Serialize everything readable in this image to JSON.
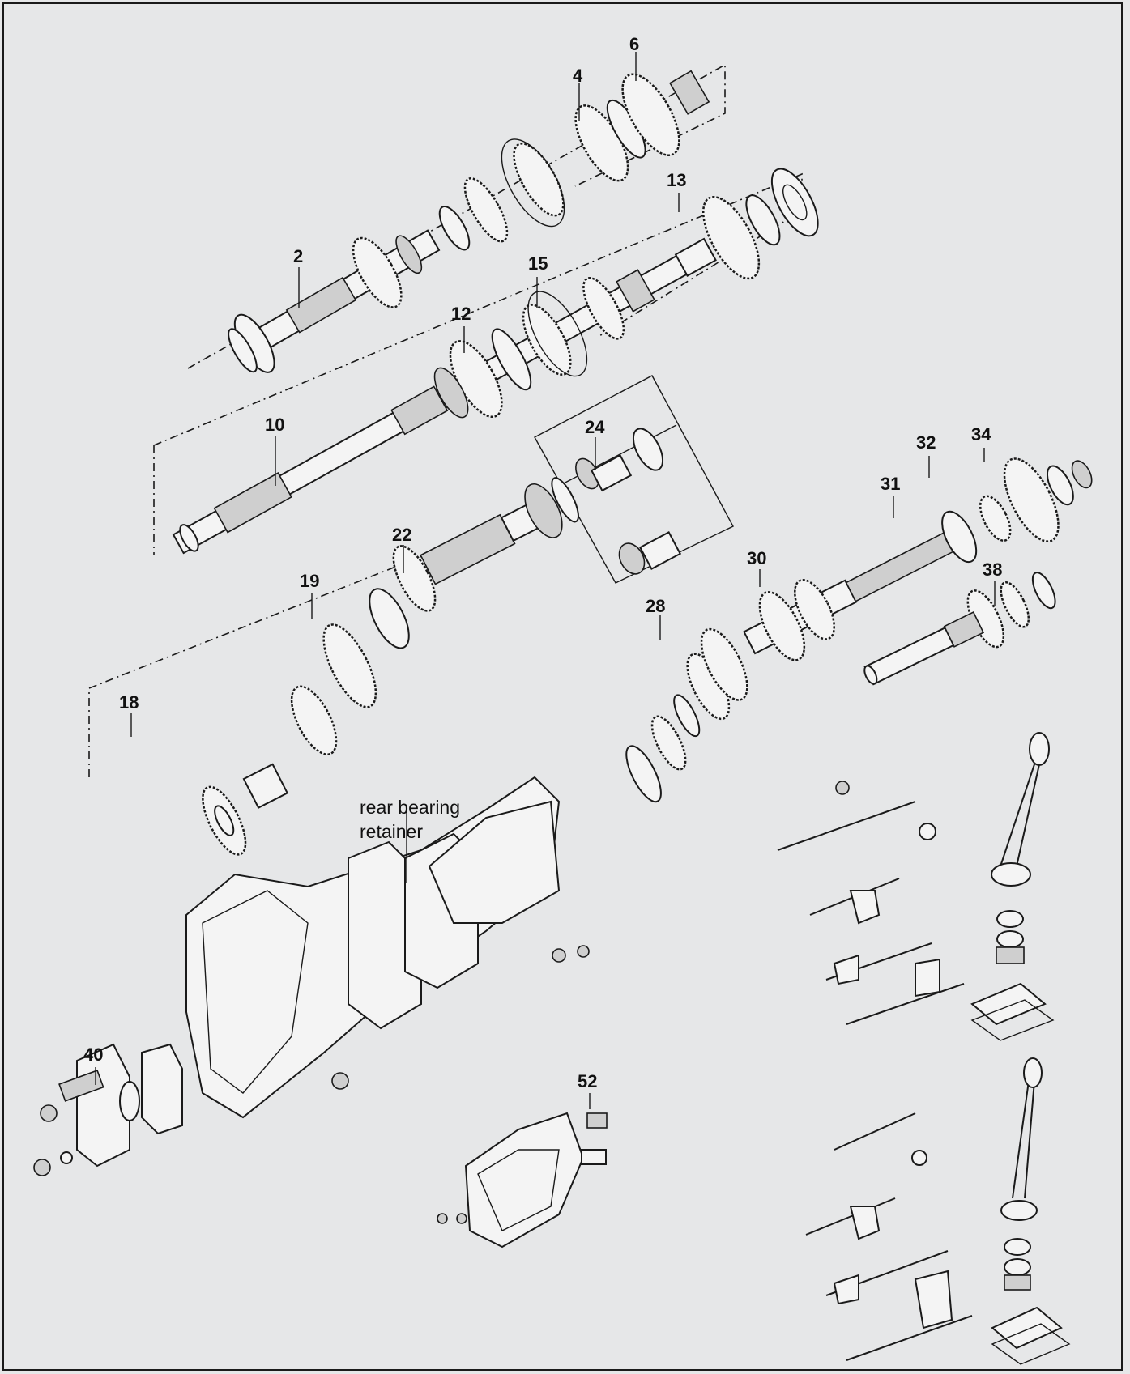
{
  "callouts": {
    "c2": "2",
    "c4": "4",
    "c6": "6",
    "c10": "10",
    "c12": "12",
    "c13": "13",
    "c15": "15",
    "c18": "18",
    "c19": "19",
    "c22": "22",
    "c24": "24",
    "c28": "28",
    "c30": "30",
    "c31": "31",
    "c32": "32",
    "c34": "34",
    "c38": "38",
    "c40": "40",
    "c52": "52"
  },
  "annotation": {
    "line1": "rear bearing",
    "line2": "retainer"
  }
}
